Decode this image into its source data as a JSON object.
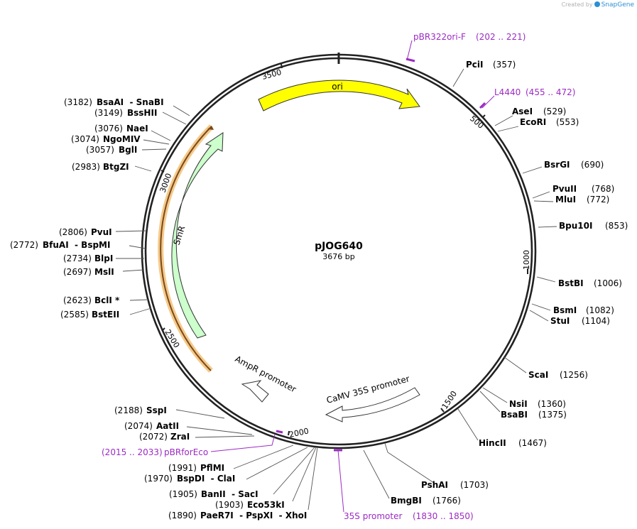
{
  "credit": {
    "prefix": "Created by",
    "brand": "SnapGene"
  },
  "plasmid": {
    "name": "pJOG640",
    "size_label": "3676 bp",
    "length": 3676
  },
  "ticks": [
    "500",
    "1000",
    "1500",
    "2000",
    "2500",
    "3000",
    "3500"
  ],
  "features": [
    {
      "label": "ori",
      "color": "#ffff00"
    },
    {
      "label": "SmR",
      "color": "#ccffcc"
    },
    {
      "label": "AmpR promoter",
      "color": "#ffffff"
    },
    {
      "label": "CaMV 35S promoter",
      "color": "#ffffff"
    }
  ],
  "primers": [
    {
      "name": "pBR322ori-F",
      "range": "(202 .. 221)"
    },
    {
      "name": "L4440",
      "range": "(455 .. 472)"
    },
    {
      "name": "35S promoter",
      "range": "(1830 .. 1850)"
    },
    {
      "name": "pBRforEco",
      "range": "(2015 .. 2033)"
    }
  ],
  "sites": [
    {
      "enz": "PciI",
      "pos": "(357)"
    },
    {
      "enz": "AseI",
      "pos": "(529)"
    },
    {
      "enz": "EcoRI",
      "pos": "(553)"
    },
    {
      "enz": "BsrGI",
      "pos": "(690)"
    },
    {
      "enz": "PvuII",
      "pos": "(768)"
    },
    {
      "enz": "MluI",
      "pos": "(772)"
    },
    {
      "enz": "Bpu10I",
      "pos": "(853)"
    },
    {
      "enz": "BstBI",
      "pos": "(1006)"
    },
    {
      "enz": "BsmI",
      "pos": "(1082)"
    },
    {
      "enz": "StuI",
      "pos": "(1104)"
    },
    {
      "enz": "ScaI",
      "pos": "(1256)"
    },
    {
      "enz": "NsiI",
      "pos": "(1360)"
    },
    {
      "enz": "BsaBI",
      "pos": "(1375)"
    },
    {
      "enz": "HincII",
      "pos": "(1467)"
    },
    {
      "enz": "PshAI",
      "pos": "(1703)"
    },
    {
      "enz": "BmgBI",
      "pos": "(1766)"
    },
    {
      "enz": "PaeR7I  - PspXI  - XhoI",
      "pos": "(1890)"
    },
    {
      "enz": "Eco53kI",
      "pos": "(1903)"
    },
    {
      "enz": "BanII  - SacI",
      "pos": "(1905)"
    },
    {
      "enz": "BspDI  - ClaI",
      "pos": "(1970)"
    },
    {
      "enz": "PflMI",
      "pos": "(1991)"
    },
    {
      "enz": "ZraI",
      "pos": "(2072)"
    },
    {
      "enz": "AatII",
      "pos": "(2074)"
    },
    {
      "enz": "SspI",
      "pos": "(2188)"
    },
    {
      "enz": "BstEII",
      "pos": "(2585)"
    },
    {
      "enz": "BclI *",
      "pos": "(2623)"
    },
    {
      "enz": "MslI",
      "pos": "(2697)"
    },
    {
      "enz": "BlpI",
      "pos": "(2734)"
    },
    {
      "enz": "BfuAI  - BspMI",
      "pos": "(2772)"
    },
    {
      "enz": "PvuI",
      "pos": "(2806)"
    },
    {
      "enz": "BtgZI",
      "pos": "(2983)"
    },
    {
      "enz": "BglI",
      "pos": "(3057)"
    },
    {
      "enz": "NgoMIV",
      "pos": "(3074)"
    },
    {
      "enz": "NaeI",
      "pos": "(3076)"
    },
    {
      "enz": "BssHII",
      "pos": "(3149)"
    },
    {
      "enz": "BsaAI  - SnaBI",
      "pos": "(3182)"
    }
  ]
}
